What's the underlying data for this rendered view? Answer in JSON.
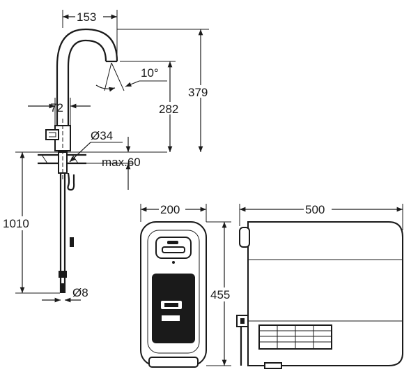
{
  "dimensions": {
    "spout_reach": "153",
    "spout_angle": "10°",
    "total_height": "379",
    "spout_height": "282",
    "base_diameter": "72",
    "hole_diameter": "Ø34",
    "max_thickness": "max.60",
    "hose_length": "1010",
    "hose_diameter": "Ø8",
    "filter_width": "200",
    "unit_depth": "500",
    "unit_height": "455"
  }
}
